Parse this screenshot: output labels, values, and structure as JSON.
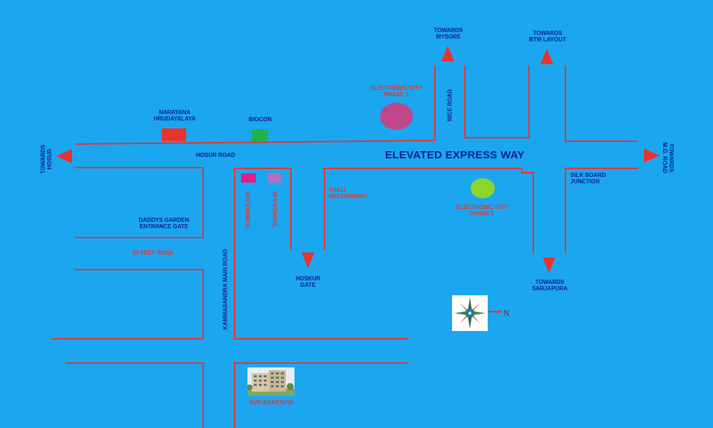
{
  "colors": {
    "background": "#1ba7f0",
    "road_line": "#e8332f",
    "arrow": "#e8332f",
    "label_blue": "#0d1f8a",
    "label_red": "#e8332f",
    "narayana_marker": "#e8332f",
    "biocon_marker": "#22b14c",
    "sfs_church_marker": "#e0208a",
    "sfs_school_marker": "#b070c0",
    "phase1_marker": "#c2468a",
    "phase2_marker": "#8fd42a"
  },
  "labels": {
    "towards_mysore": "TOWARDS\nMYSORE",
    "towards_btm": "TOWARDS\nBTM LAYOUT",
    "towards_hosur": "TOWARDS\nHOSUR",
    "towards_mg_road": "TOWARDS\nM.G. ROAD",
    "towards_sarjapura": "TOWARDS\nSARJAPURA",
    "narayana": "NARAYANA\nHRUDAYALAYA",
    "biocon": "BIOCON",
    "hosur_road": "HOSUR ROAD",
    "elevated_express_way": "ELEVATED EXPRESS WAY",
    "nice_road": "NICE ROAD",
    "ec_phase1": "ELECTRONIC CITY\nPHASE 1",
    "ec_phase2": "ELECTRONIC CITY\nPHASE 2",
    "silk_board": "SILK BOARD\nJUNCTION",
    "daddys_garden": "DADDYS GARDEN\nENTRANCE GATE",
    "feet_road": "80 FEET ROAD",
    "kammasandra": "KAMMASANDRA MAIN ROAD",
    "sfs_church": "SFS CHURCH",
    "sfs_school": "SFS SCHOOL",
    "thali": "THALI\nRESTAURANT",
    "hoskur_gate": "HOSKUR\nGATE",
    "svr_agasthya": "SVR AGASTHYA",
    "compass_n": "N"
  },
  "icons": {
    "compass": "compass-rose-icon",
    "building": "apartment-building-icon",
    "arrow": "direction-arrow-icon"
  }
}
